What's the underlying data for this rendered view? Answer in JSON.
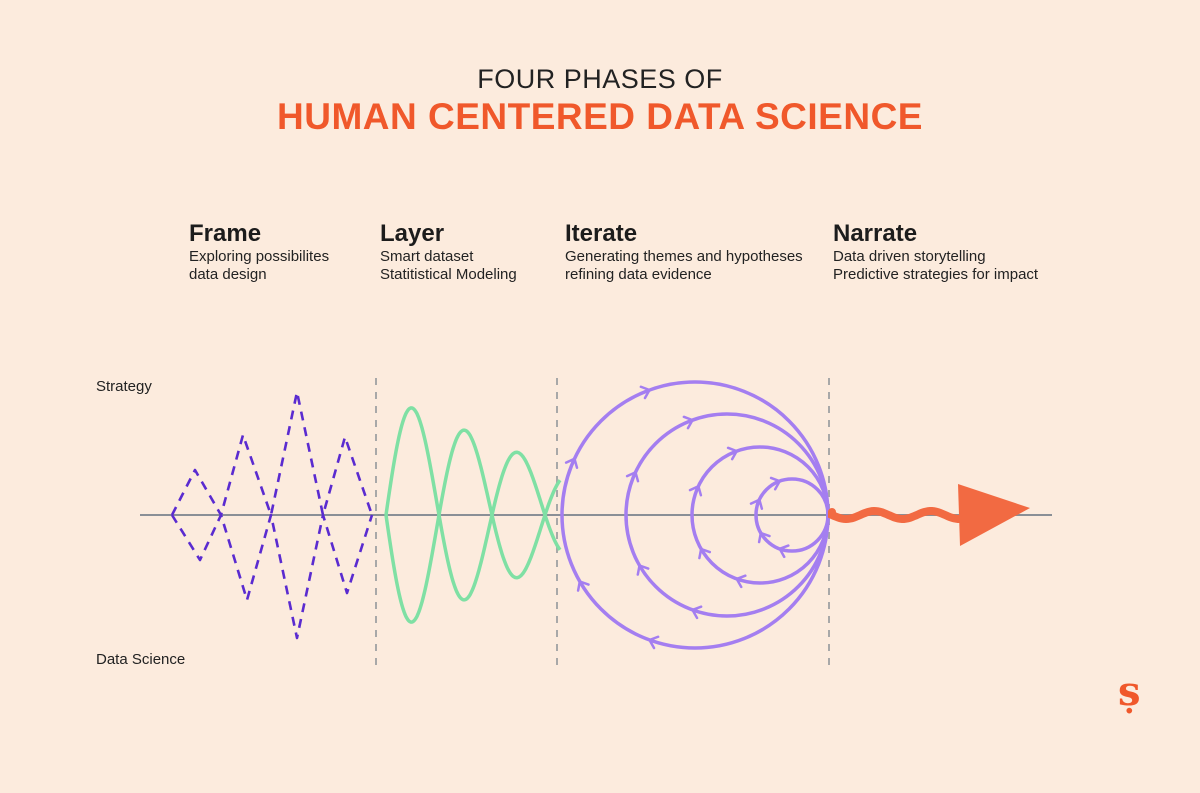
{
  "header": {
    "subtitle": "FOUR PHASES OF",
    "title": "HUMAN CENTERED DATA SCIENCE"
  },
  "phases": [
    {
      "title": "Frame",
      "lines": [
        "Exploring possibilites",
        "data design"
      ]
    },
    {
      "title": "Layer",
      "lines": [
        "Smart dataset",
        "Statitistical Modeling"
      ]
    },
    {
      "title": "Iterate",
      "lines": [
        "Generating themes and hypotheses",
        "refining data evidence"
      ]
    },
    {
      "title": "Narrate",
      "lines": [
        "Data driven storytelling",
        "Predictive strategies for impact"
      ]
    }
  ],
  "axis": {
    "top_label": "Strategy",
    "bottom_label": "Data Science"
  },
  "logo": {
    "glyph": "ṣ"
  },
  "colors": {
    "background": "#fcebdd",
    "accent": "#f0582b",
    "frame": "#5a2bd0",
    "layer": "#7fe0a4",
    "iterate": "#a47ef0",
    "narrate": "#f26a42",
    "axis": "#8a8f96",
    "divider": "#a8a8a8"
  }
}
